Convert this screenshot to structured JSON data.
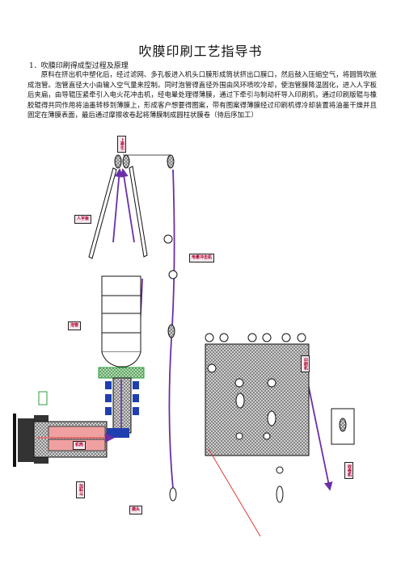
{
  "document": {
    "title": "吹膜印刷工艺指导书",
    "section_heading": "1．吹膜印刷得成型过程及原理",
    "paragraph": "原料在挤出机中塑化后，经过滤网、多孔板进入机头口膜形成筒状挤出口膜口，然后鼓入压缩空气，将圆筒吹胀成泡管。泡管直径大小由输入空气量来控制。同时泡管得直径外围由风环喷吹冷却，使泡管膜降温固化，进入人字板后夹扁，由导辊压紧牵引入电火花冲击机，经电晕处理得薄膜，通过下牵引与制动杆导入印刷机，通过印刷版辊与橡胶辊得共同作用将油墨转移到薄膜上，形成客户想要得图案，带有图案得薄膜经过印刷机得冷却装置将油墨干燥并且固定在薄膜表面，最后通过摩擦收卷起将薄膜制成圆柱状膜卷（待后序加工）"
  },
  "diagram": {
    "labels": {
      "upper_traction": "上牵引",
      "herringbone_board": "人字板",
      "corona_treater": "电晕冲击机",
      "bubble_tube": "泡管",
      "printing_machine": "印刷机",
      "wind_up": "收卷机",
      "extruder": "机筒",
      "hopper": "加料斗",
      "die_head": "模头"
    },
    "colors": {
      "arrow": "#6a2fa6",
      "mesh": "#8a8a8a",
      "tag_bg": "#f3e7ef",
      "tag_text": "#b0002a",
      "cooling_ring": "#2e9e3e",
      "die_block": "#1f3fb0",
      "feed": "#e07070",
      "cut_line": "#e23a3a"
    }
  }
}
